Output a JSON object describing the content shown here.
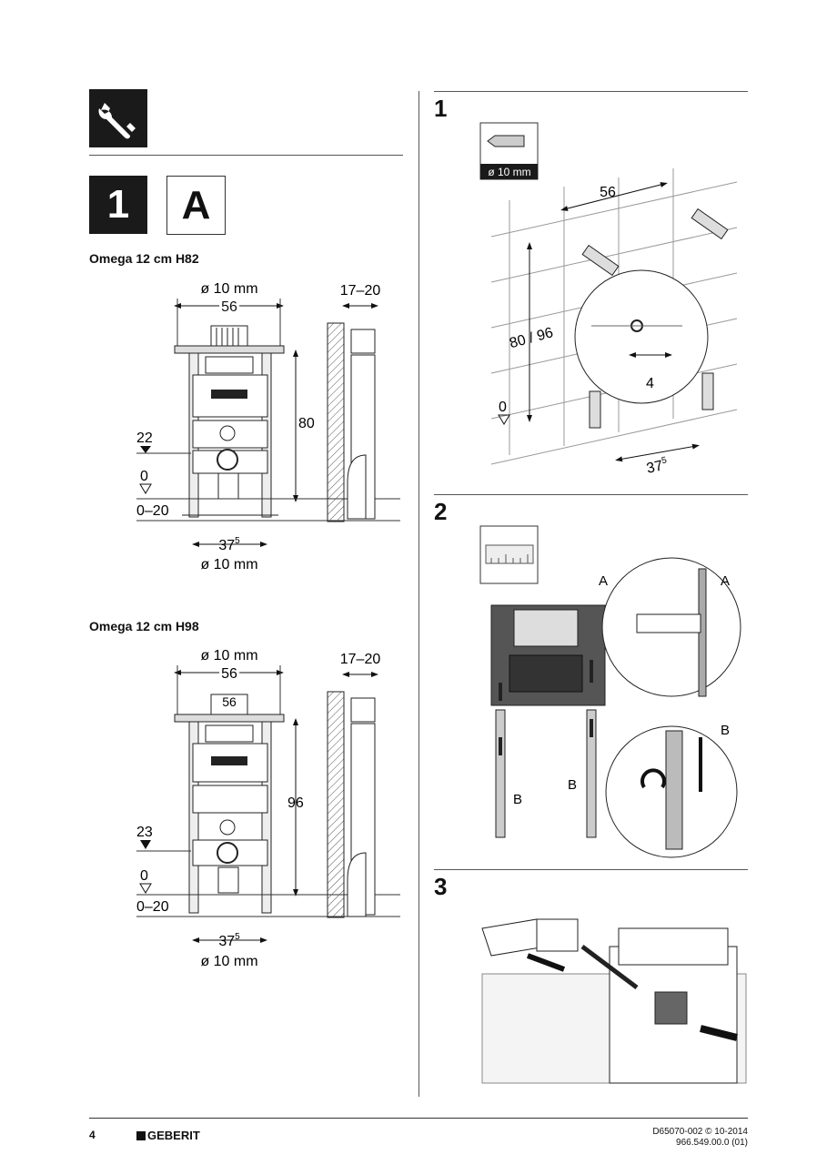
{
  "header": {
    "tool_icon": "wrench-icon",
    "step_label": "1",
    "variant_label": "A"
  },
  "left": {
    "section1": {
      "caption": "Omega 12 cm H82",
      "dim_diameter_top": "ø 10 mm",
      "dim_width": "56",
      "dim_depth": "17–20",
      "dim_height": "80",
      "dim_level_22": "22",
      "dim_level_0": "0",
      "dim_range": "0–20",
      "dim_spacing_base": "37",
      "dim_spacing_sup": "5",
      "dim_diameter_bottom": "ø 10 mm"
    },
    "section2": {
      "caption": "Omega 12 cm H98",
      "dim_diameter_top": "ø 10 mm",
      "dim_width": "56",
      "dim_width_inner": "56",
      "dim_depth": "17–20",
      "dim_height": "96",
      "dim_level_23": "23",
      "dim_level_0": "0",
      "dim_range": "0–20",
      "dim_spacing_base": "37",
      "dim_spacing_sup": "5",
      "dim_diameter_bottom": "ø 10 mm"
    }
  },
  "right": {
    "step1": {
      "number": "1",
      "drill_label": "ø 10 mm",
      "dim_width": "56",
      "dim_height": "80 / 96",
      "dim_detail": "4",
      "dim_zero": "0",
      "dim_base": "37",
      "dim_base_sup": "5"
    },
    "step2": {
      "number": "2",
      "label_a1": "A",
      "label_a2": "A",
      "label_b1": "B",
      "label_b2": "B",
      "label_b3": "B"
    },
    "step3": {
      "number": "3"
    }
  },
  "footer": {
    "page_number": "4",
    "brand": "GEBERIT",
    "doc_ref": "D65070-002 © 10-2014",
    "article": "966.549.00.0 (01)"
  }
}
